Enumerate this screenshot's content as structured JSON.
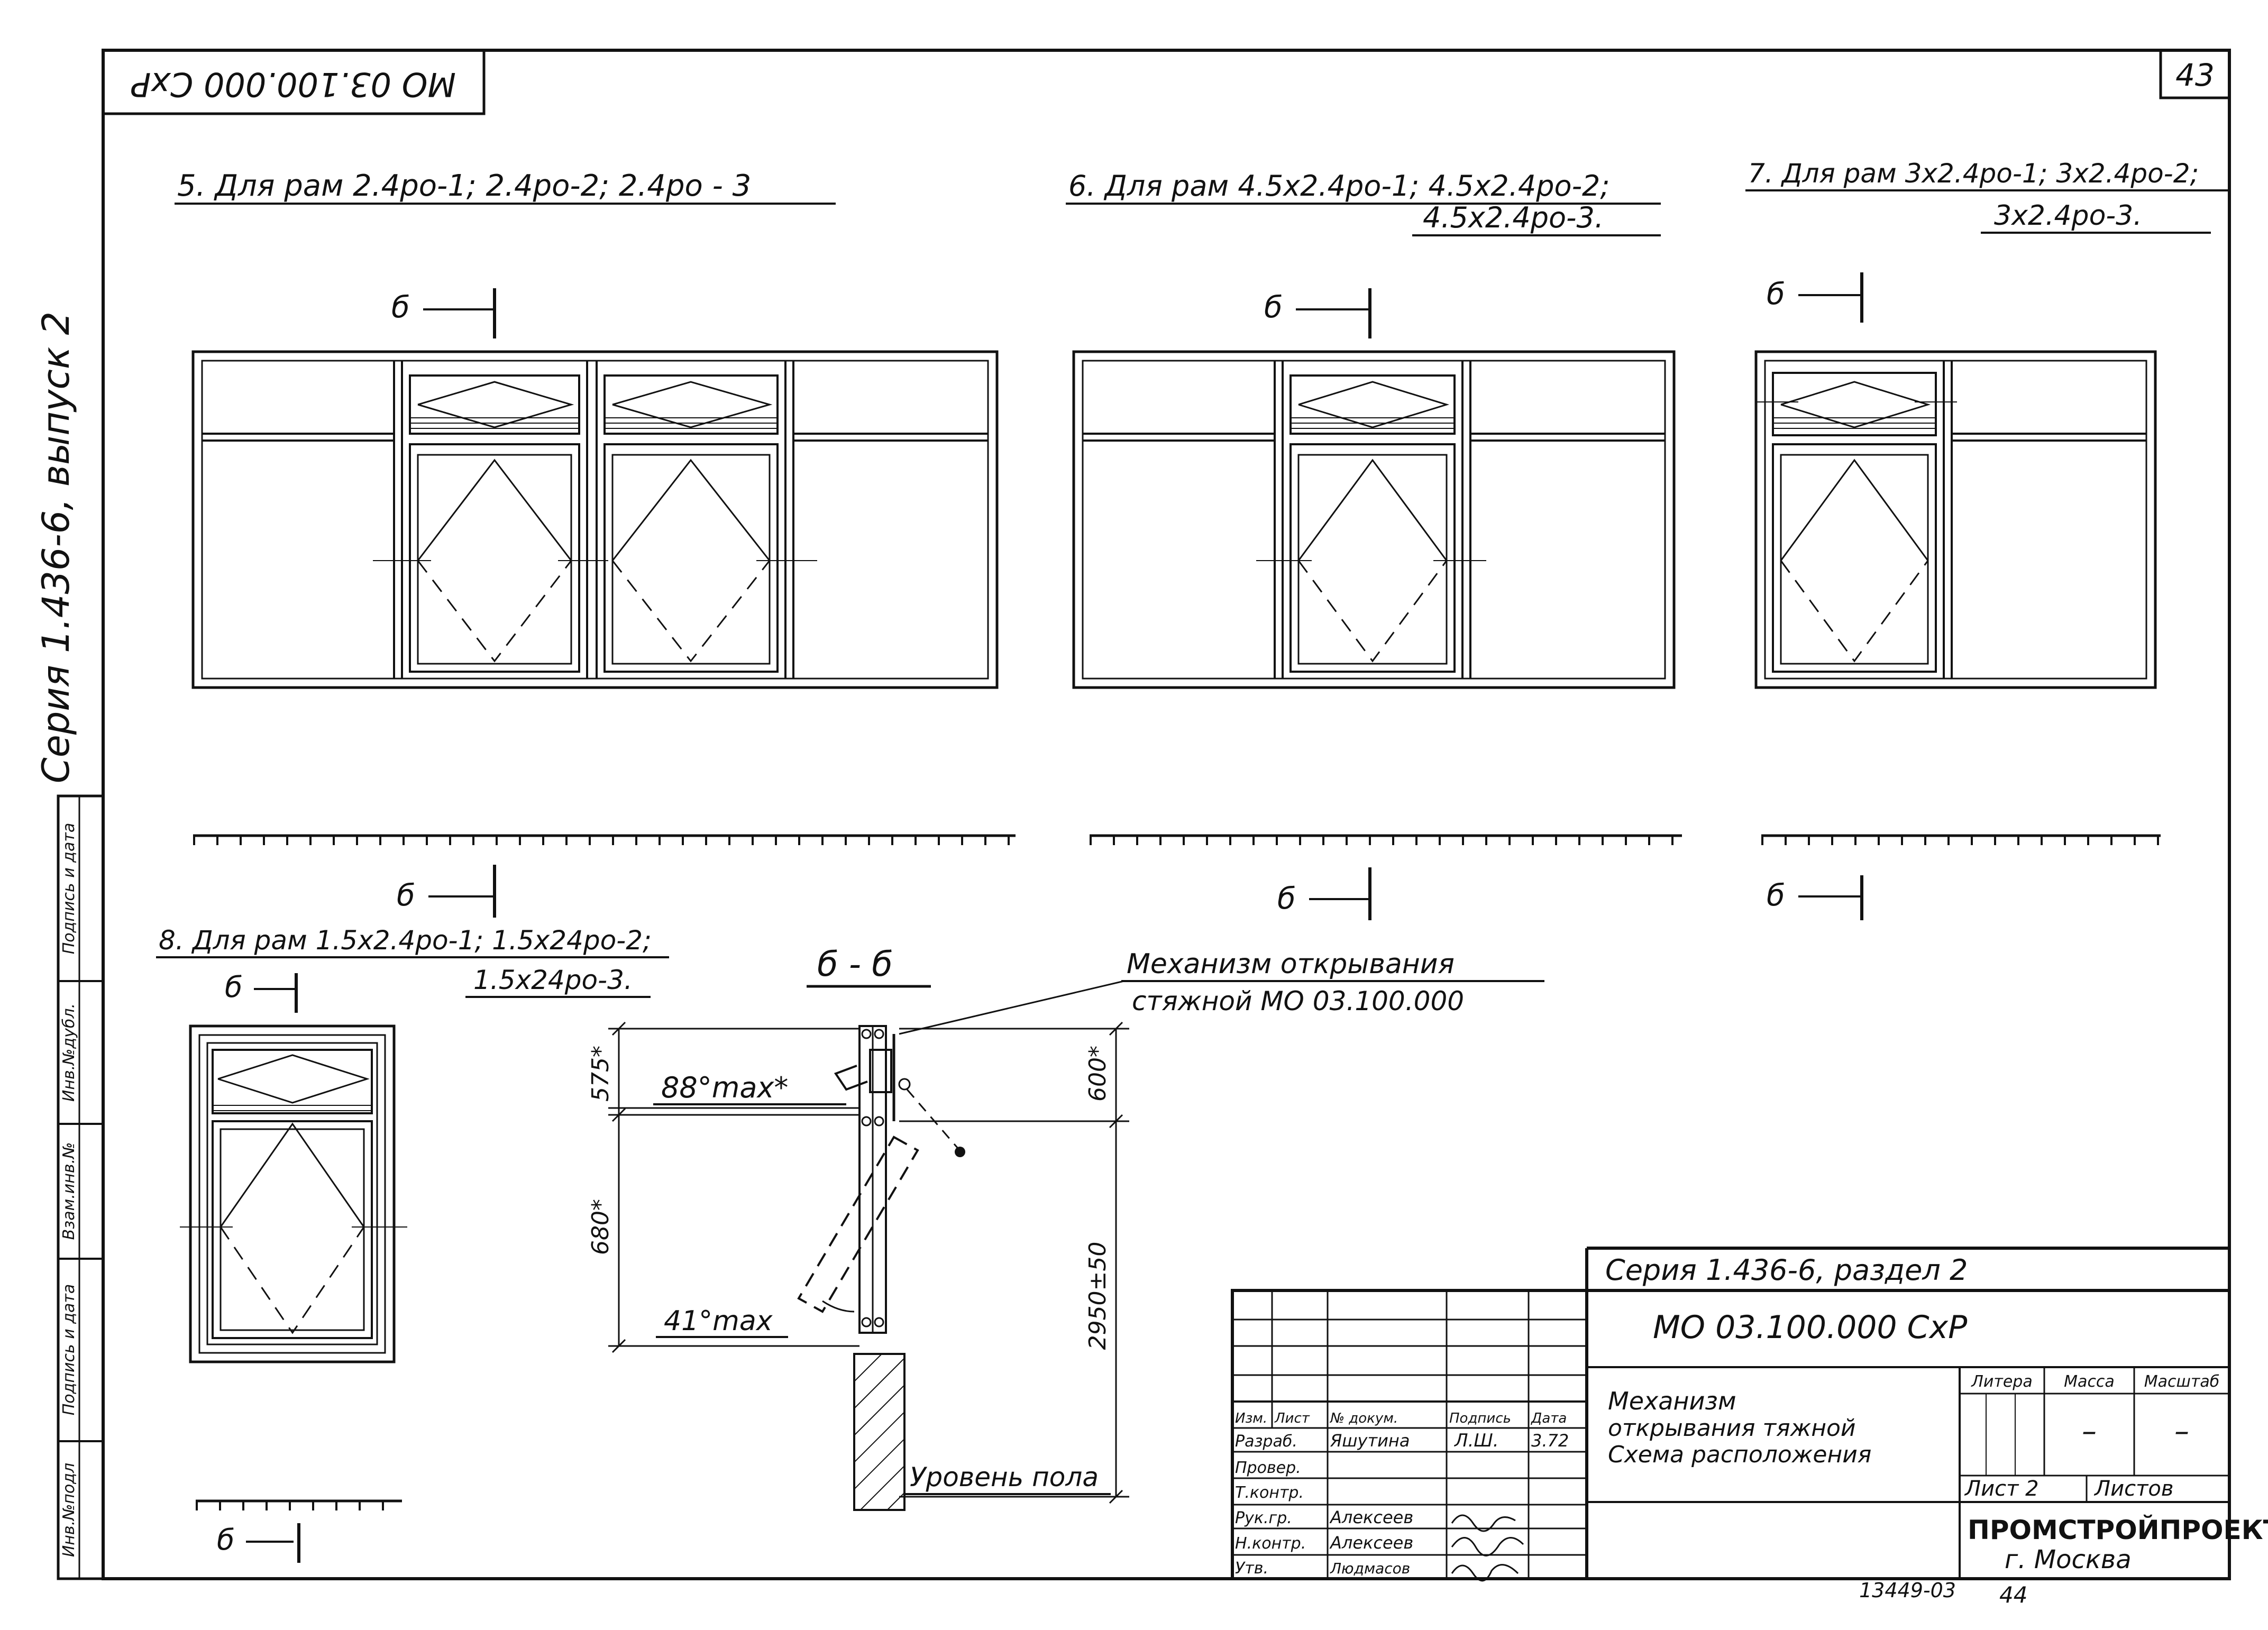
{
  "sheet": {
    "stamp_code": "МО 03.100.000 СхР",
    "sheet_number": "43",
    "side_series": "Серия 1.436-6, выпуск 2",
    "side_labels": [
      "Инв.№подл",
      "Подпись и дата",
      "Взам.инв.№",
      "Инв.№дубл.",
      "Подпись и дата"
    ]
  },
  "sections": {
    "s5": {
      "title": "5. Для рам 2.4ро-1; 2.4ро-2; 2.4ро - 3",
      "cut": "б"
    },
    "s6": {
      "title_line1": "6. Для рам 4.5х2.4ро-1; 4.5х2.4ро-2;",
      "title_line2": "4.5х2.4ро-3.",
      "cut": "б"
    },
    "s7": {
      "title_line1": "7. Для рам 3х2.4ро-1; 3х2.4ро-2;",
      "title_line2": "3х2.4ро-3.",
      "cut": "б"
    },
    "s8": {
      "title_line1": "8. Для рам 1.5х2.4ро-1; 1.5х24ро-2;",
      "title_line2": "1.5х24ро-3.",
      "cut": "б"
    }
  },
  "section_bb": {
    "title": "б - б",
    "mechanism_line1": "Механизм открывания",
    "mechanism_line2": "стяжной МО 03.100.000",
    "angle_top": "88°max*",
    "angle_bottom": "41°max",
    "dim_575": "575*",
    "dim_600": "600*",
    "dim_680": "680*",
    "dim_2950": "2950±50",
    "floor_level": "Уровень пола"
  },
  "title_block": {
    "series": "Серия 1.436-6, раздел 2",
    "code": "МО 03.100.000 СхР",
    "name_line1": "Механизм",
    "name_line2": "открывания тяжной",
    "name_line3": "Схема расположения",
    "headers": [
      "Изм.",
      "Лист",
      "№ докум.",
      "Подпись",
      "Дата"
    ],
    "roles": [
      "Разраб.",
      "Провер.",
      "Т.контр.",
      "Рук.гр.",
      "Н.контр.",
      "Утв."
    ],
    "names": [
      "Яшутина",
      "",
      "",
      "Алексеев",
      "Алексеев",
      "Людмасов"
    ],
    "sig_1": "Л.Ш.",
    "date_1": "3.72",
    "col_litera": "Литера",
    "col_massa": "Масса",
    "col_scale": "Масштаб",
    "massa_value": "–",
    "scale_value": "–",
    "sheet": "Лист 2",
    "sheets": "Листов",
    "org": "ПРОМСТРОЙПРОЕКТ",
    "city": "г. Москва",
    "stamp_bottom_1": "13449-03",
    "stamp_bottom_2": "44"
  }
}
